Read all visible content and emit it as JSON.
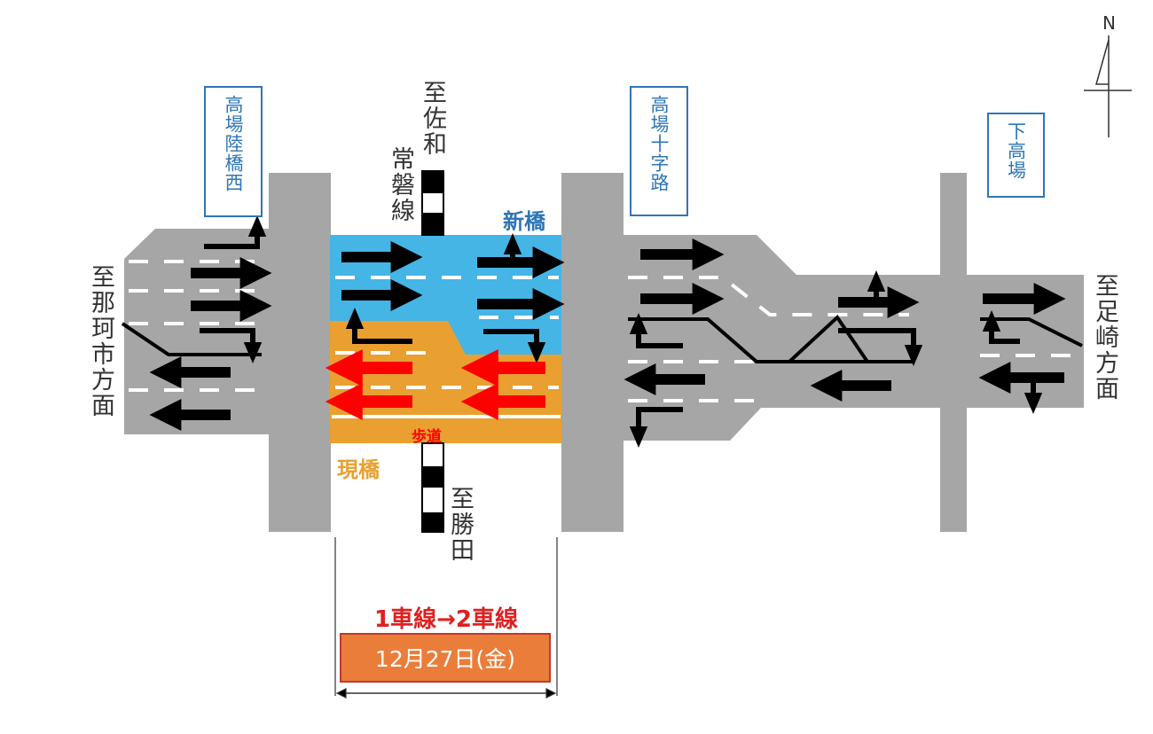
{
  "north": "N",
  "intersections": [
    {
      "id": "takaba-rikkyo-nishi",
      "label": "高場陸橋西"
    },
    {
      "id": "takaba-jujiro",
      "label": "高場十字路"
    },
    {
      "id": "shimo-takaba",
      "label": "下高場"
    }
  ],
  "destinations": {
    "west": "至那珂市方面",
    "east": "至足崎方面",
    "rail_north": "至佐和",
    "rail_south": "至勝田"
  },
  "railway": "常磐線",
  "bridges": {
    "new": "新橋",
    "current": "現橋",
    "sidewalk": "歩道"
  },
  "change": {
    "lanes": "1車線→2車線",
    "date": "12月27日(金)"
  },
  "colors": {
    "road": "#a6a6a6",
    "new_bridge": "#45b5e6",
    "current_bridge": "#e9a030",
    "red_arrow": "#ff0000",
    "date_box": "#ea7d3a",
    "label_blue": "#2e75b6"
  }
}
